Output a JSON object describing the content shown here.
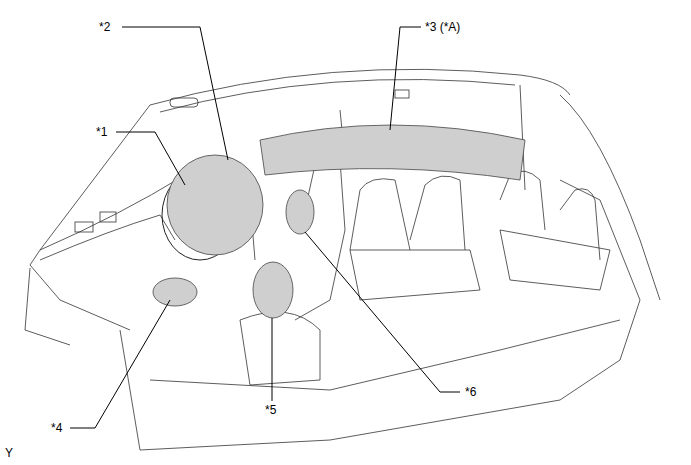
{
  "diagram": {
    "labels": [
      "*1",
      "*2",
      "*3 (*A)",
      "*4",
      "*5",
      "*6",
      "Y"
    ]
  }
}
